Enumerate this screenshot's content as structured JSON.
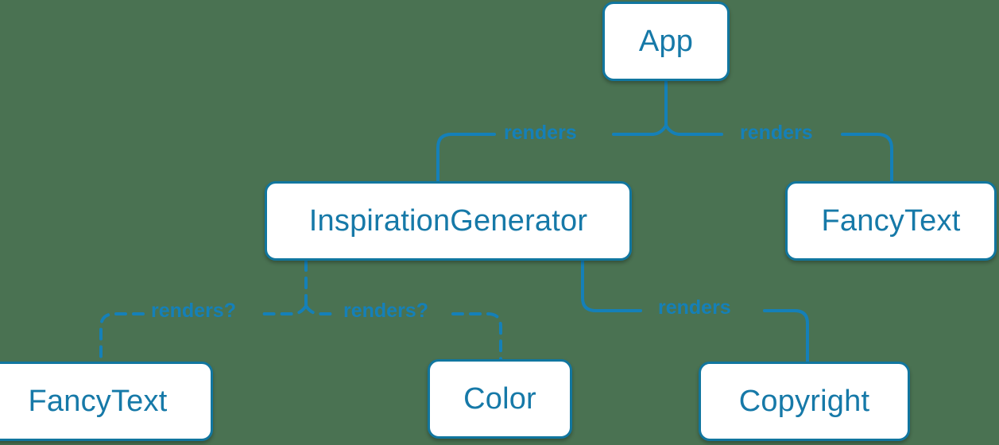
{
  "diagram": {
    "type": "component-tree",
    "background_color": "#4a7252",
    "node_fill_color": "#ffffff",
    "node_border_color": "#11769f",
    "node_text_color": "#1679a8",
    "edge_color": "#1580b8",
    "nodes": [
      {
        "id": "app",
        "label": "App"
      },
      {
        "id": "inspgen",
        "label": "InspirationGenerator"
      },
      {
        "id": "fancytext-right",
        "label": "FancyText"
      },
      {
        "id": "fancytext-bottom",
        "label": "FancyText"
      },
      {
        "id": "color",
        "label": "Color"
      },
      {
        "id": "copyright",
        "label": "Copyright"
      }
    ],
    "edges": [
      {
        "from": "app",
        "to": "inspgen",
        "label": "renders",
        "style": "solid"
      },
      {
        "from": "app",
        "to": "fancytext-right",
        "label": "renders",
        "style": "solid"
      },
      {
        "from": "inspgen",
        "to": "fancytext-bottom",
        "label": "renders?",
        "style": "dashed"
      },
      {
        "from": "inspgen",
        "to": "color",
        "label": "renders?",
        "style": "dashed"
      },
      {
        "from": "inspgen",
        "to": "copyright",
        "label": "renders",
        "style": "solid"
      }
    ]
  }
}
